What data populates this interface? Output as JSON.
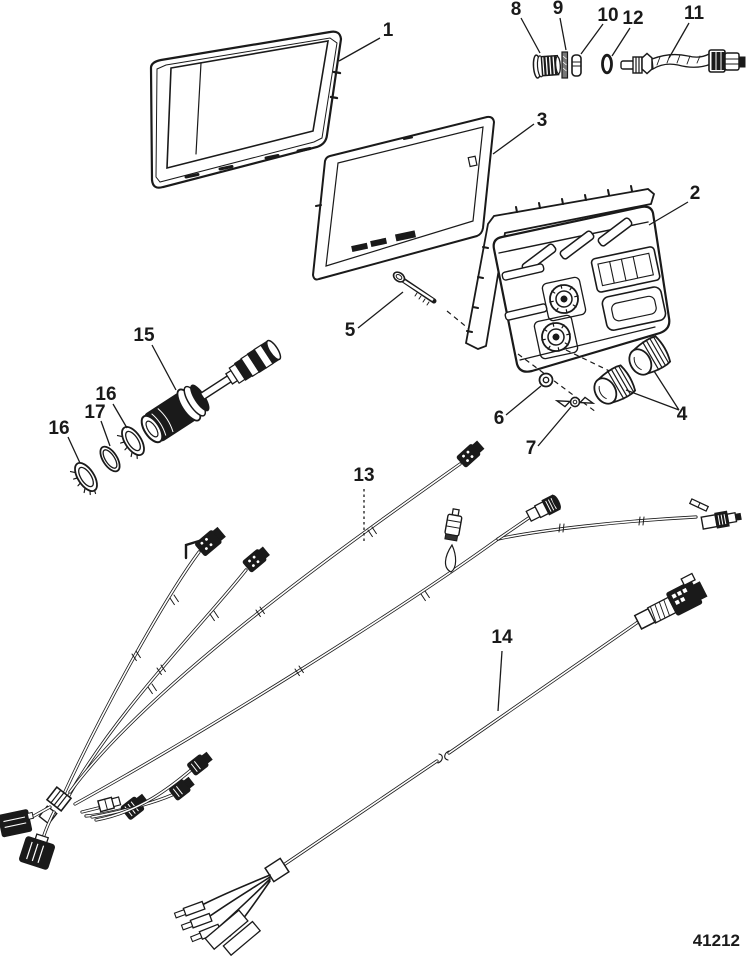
{
  "diagram": {
    "drawing_number": "41212",
    "callouts": {
      "n1": {
        "label": "1"
      },
      "n2": {
        "label": "2"
      },
      "n3": {
        "label": "3"
      },
      "n4": {
        "label": "4"
      },
      "n5": {
        "label": "5"
      },
      "n6": {
        "label": "6"
      },
      "n7": {
        "label": "7"
      },
      "n8": {
        "label": "8"
      },
      "n9": {
        "label": "9"
      },
      "n10": {
        "label": "10"
      },
      "n11": {
        "label": "11"
      },
      "n12": {
        "label": "12"
      },
      "n13": {
        "label": "13"
      },
      "n14": {
        "label": "14"
      },
      "n15": {
        "label": "15"
      },
      "n16a": {
        "label": "16"
      },
      "n16b": {
        "label": "16"
      },
      "n17": {
        "label": "17"
      }
    },
    "colors": {
      "ink": "#1a1a1a",
      "paper": "#ffffff"
    }
  }
}
